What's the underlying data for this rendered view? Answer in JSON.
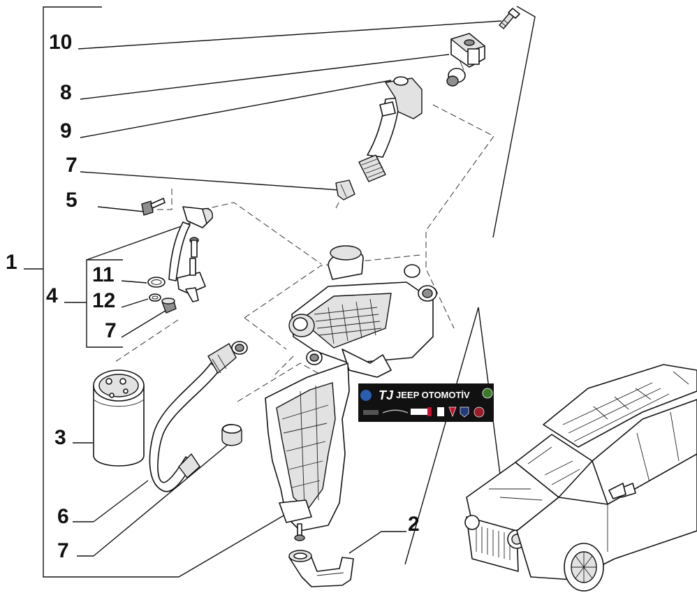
{
  "callouts": {
    "c10": "10",
    "c8": "8",
    "c9": "9",
    "c7a": "7",
    "c5": "5",
    "c1": "1",
    "c11": "11",
    "c4": "4",
    "c12": "12",
    "c7b": "7",
    "c3": "3",
    "c6": "6",
    "c7c": "7",
    "c2": "2"
  },
  "watermark": {
    "monogram": "TJ",
    "name": "JEEP OTOMOTİV",
    "brands": [
      "Mopar",
      "Jeep",
      "Chrysler",
      "Dodge",
      "Ram",
      "Abarth",
      "Lancia",
      "Fiat",
      "Alfa Romeo"
    ]
  },
  "colors": {
    "line": "#111111",
    "part_fill": "#e2e2e2",
    "banner_bg": "#111111",
    "banner_text": "#ffffff"
  }
}
